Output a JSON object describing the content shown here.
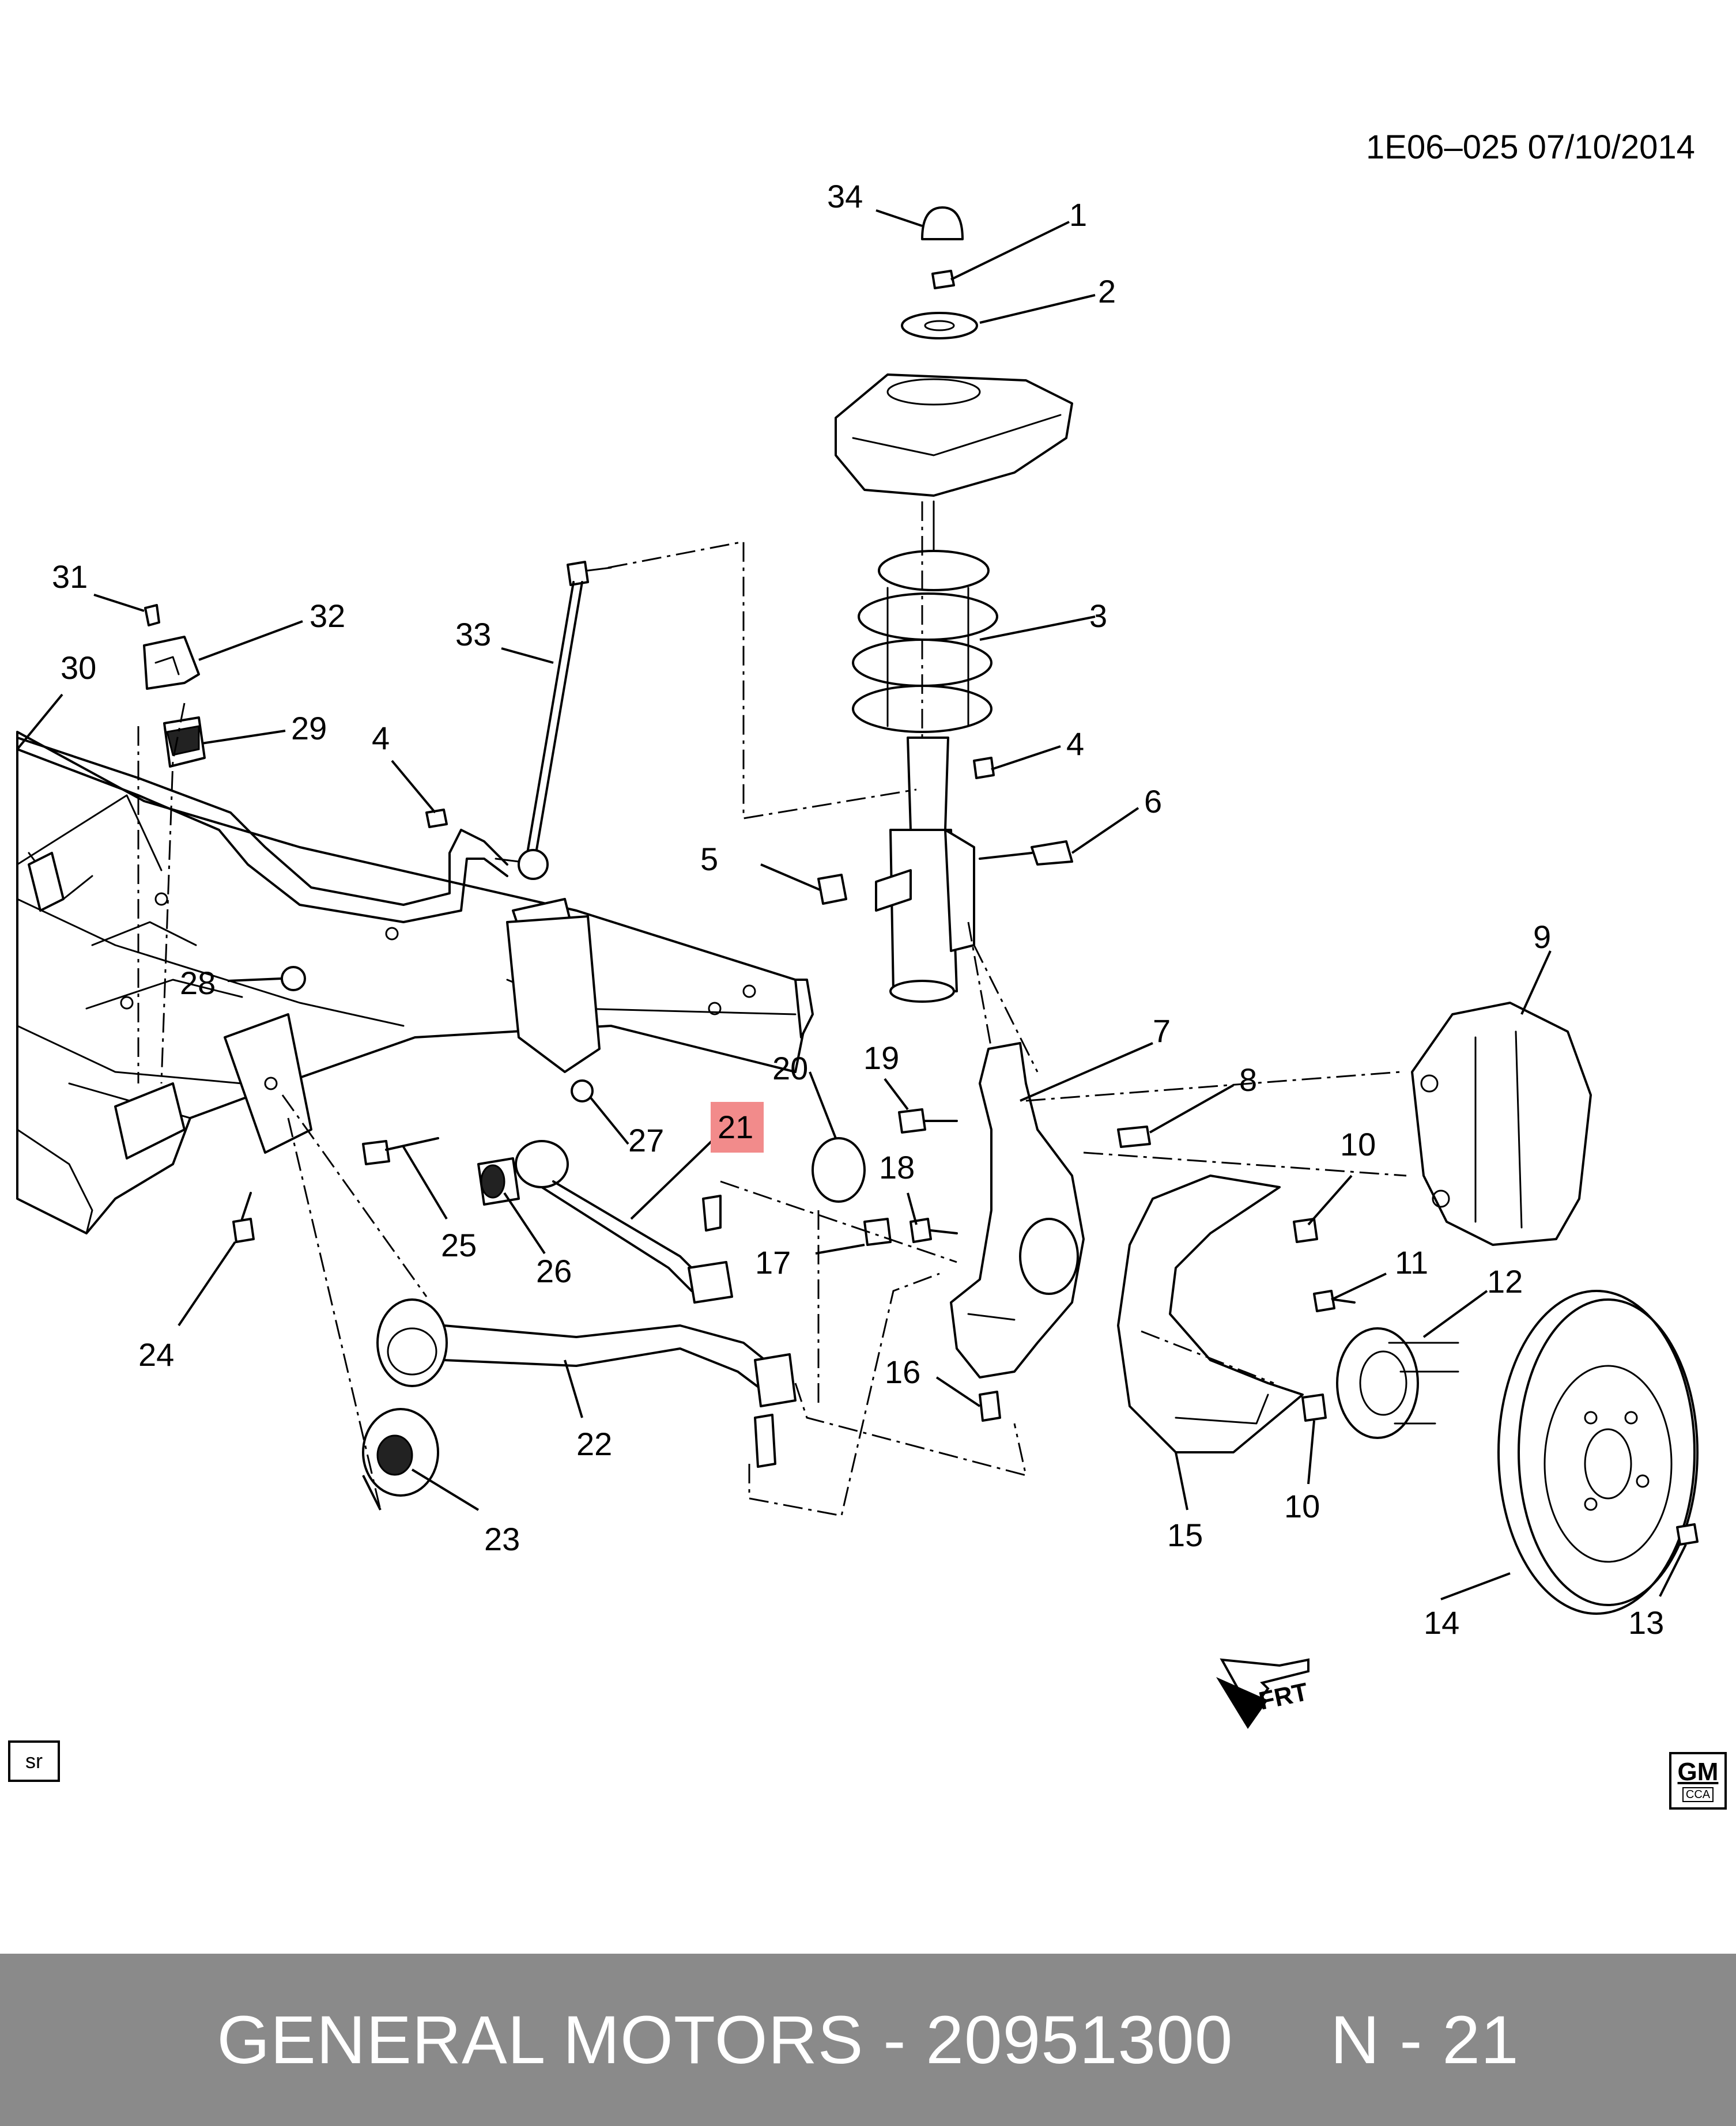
{
  "header": {
    "ref_code": "1E06–025  07/10/2014"
  },
  "badge": {
    "sr": "sr"
  },
  "logo": {
    "gm": "GM",
    "cca": "CCA"
  },
  "direction": {
    "frt": "FRT"
  },
  "highlight_color": "#f28b8b",
  "callouts": [
    {
      "id": "c34",
      "label": "34"
    },
    {
      "id": "c1",
      "label": "1"
    },
    {
      "id": "c2",
      "label": "2"
    },
    {
      "id": "c3",
      "label": "3"
    },
    {
      "id": "c4a",
      "label": "4"
    },
    {
      "id": "c6",
      "label": "6"
    },
    {
      "id": "c5",
      "label": "5"
    },
    {
      "id": "c31",
      "label": "31"
    },
    {
      "id": "c32",
      "label": "32"
    },
    {
      "id": "c30",
      "label": "30"
    },
    {
      "id": "c29",
      "label": "29"
    },
    {
      "id": "c33",
      "label": "33"
    },
    {
      "id": "c4b",
      "label": "4"
    },
    {
      "id": "c9",
      "label": "9"
    },
    {
      "id": "c7",
      "label": "7"
    },
    {
      "id": "c8",
      "label": "8"
    },
    {
      "id": "c28",
      "label": "28"
    },
    {
      "id": "c20",
      "label": "20"
    },
    {
      "id": "c19",
      "label": "19"
    },
    {
      "id": "c21",
      "label": "21"
    },
    {
      "id": "c27",
      "label": "27"
    },
    {
      "id": "c10a",
      "label": "10"
    },
    {
      "id": "c18",
      "label": "18"
    },
    {
      "id": "c25",
      "label": "25"
    },
    {
      "id": "c26",
      "label": "26"
    },
    {
      "id": "c17",
      "label": "17"
    },
    {
      "id": "c11",
      "label": "11"
    },
    {
      "id": "c12",
      "label": "12"
    },
    {
      "id": "c24",
      "label": "24"
    },
    {
      "id": "c16",
      "label": "16"
    },
    {
      "id": "c22",
      "label": "22"
    },
    {
      "id": "c10b",
      "label": "10"
    },
    {
      "id": "c23",
      "label": "23"
    },
    {
      "id": "c15",
      "label": "15"
    },
    {
      "id": "c14",
      "label": "14"
    },
    {
      "id": "c13",
      "label": "13"
    }
  ],
  "footer": {
    "text": "GENERAL MOTORS - 20951300     N - 21"
  }
}
